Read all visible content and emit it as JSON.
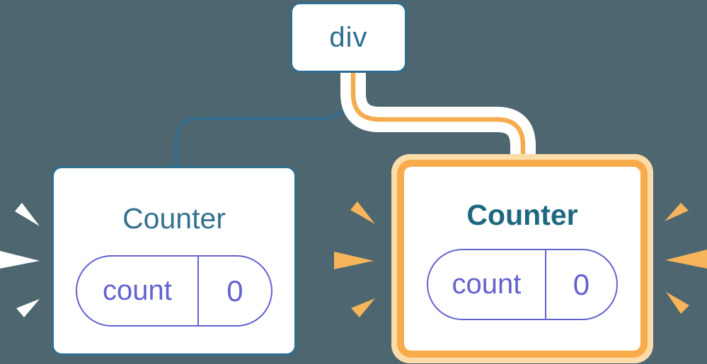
{
  "diagram": {
    "background_color": "#4D6670",
    "root_node": {
      "label": "div"
    },
    "left_counter": {
      "title": "Counter",
      "state_name": "count",
      "state_value": "0",
      "variant": "blue"
    },
    "right_counter": {
      "title": "Counter",
      "state_name": "count",
      "state_value": "0",
      "variant": "orange-highlighted"
    },
    "colors": {
      "node_border_blue": "#2E6E91",
      "title_blue": "#35718F",
      "title_blue_bold": "#1D6880",
      "pill_purple": "#6262D1",
      "connector_orange": "#F5AC4E",
      "highlight_border_orange": "#F7AB4A",
      "highlight_glow_orange": "#FCDCA9",
      "burst_orange": "#F8B45B",
      "burst_white": "#FFFFFF",
      "card_background": "#FFFFFF"
    }
  }
}
